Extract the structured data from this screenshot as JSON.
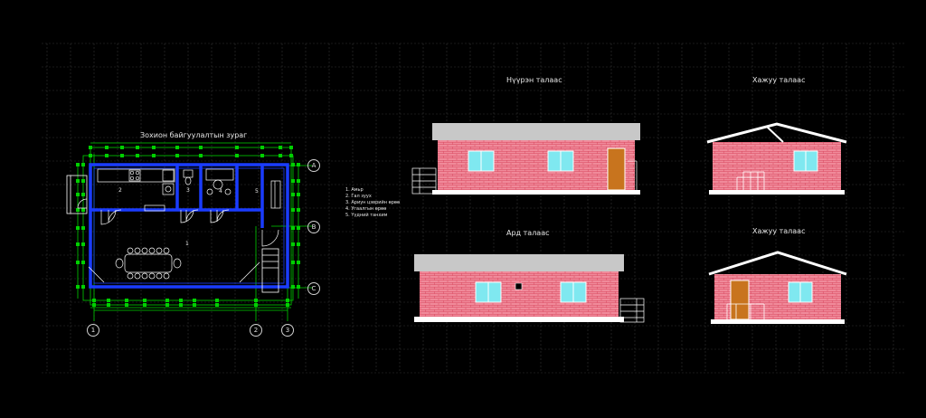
{
  "plan": {
    "title": "Зохион байгуулалтын зураг",
    "axes_letters": [
      "A",
      "B",
      "C"
    ],
    "axes_numbers": [
      "1",
      "2",
      "3"
    ],
    "rooms": [
      "1",
      "2",
      "3",
      "4",
      "5"
    ]
  },
  "legend": [
    "1. Амьр",
    "2. Гал зуух",
    "3. Ариун цэврийн өрөө",
    "4. Угаалгын өрөө",
    "5. Үүдний танхим"
  ],
  "elevations": {
    "front": "Нүүрэн талаас",
    "back": "Ард талаас",
    "side_right": "Хажуу талаас",
    "side_left": "Хажуу талаас"
  },
  "colors": {
    "background": "#000000",
    "grid": "#3a3a3a",
    "wall": "#1a3cff",
    "dimension": "#00e000",
    "brick": "#f08a9a",
    "roof": "#c8c8c8",
    "window": "#7fe8f0",
    "door": "#c8741e"
  }
}
